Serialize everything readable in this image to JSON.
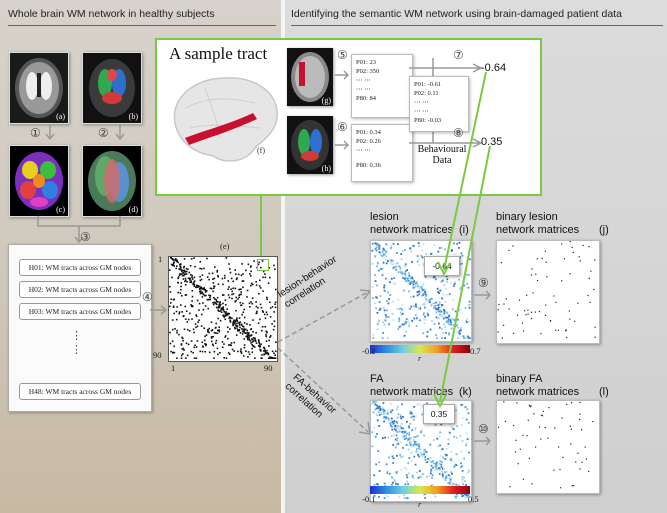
{
  "headers": {
    "left": "Whole brain WM network in healthy subjects",
    "right": "Identifying the semantic WM network using brain-damaged patient data"
  },
  "panels": {
    "a": "(a)",
    "b": "(b)",
    "c": "(c)",
    "d": "(d)",
    "e": "(e)",
    "f": "(f)",
    "g": "(g)",
    "h": "(h)",
    "i": "(i)",
    "j": "(j)",
    "k": "(k)",
    "l": "(l)"
  },
  "steps": {
    "s1": "①",
    "s2": "②",
    "s3": "③",
    "s4": "④",
    "s5": "⑤",
    "s6": "⑥",
    "s7": "⑦",
    "s8": "⑧",
    "s9": "⑨",
    "s10": "⑩"
  },
  "tracts": {
    "rows": [
      "H01: WM tracts across GM nodes",
      "H02: WM tracts across GM nodes",
      "H03: WM tracts across GM nodes",
      "H48: WM tracts across GM nodes"
    ],
    "ellipsis": "⋮"
  },
  "sample": {
    "title": "A sample tract",
    "lesion_scores": [
      "P01: 23",
      "P02: 350",
      "⋯        ⋯",
      "⋯        ⋯",
      "P80: 84"
    ],
    "fa_scores": [
      "P01: 0.34",
      "P02: 0.26",
      "⋯        ⋯",
      "P80: 0.36"
    ],
    "behaviour_scores": [
      "P01: -0.61",
      "P02:  0.11",
      "⋯        ⋯",
      "⋯        ⋯",
      "P80: -0.03"
    ],
    "behaviour_label": "Behavioural\nData",
    "r_lesion": "-0.64",
    "r_fa": "0.35"
  },
  "matrix_e": {
    "tick_1_top": "1",
    "tick_90_left": "90",
    "tick_1_bottom": "1",
    "tick_90_bottom": "90"
  },
  "correlations": {
    "lesion": "lesion-behavior\ncorrelation",
    "fa": "FA-behavior\ncorrelation"
  },
  "lesion_matrix": {
    "title": "lesion\nnetwork matrices",
    "popup_value": "-0.64",
    "colorbar_min": "-0.2",
    "colorbar_max": "0.7",
    "colorbar_label": "r",
    "binary_title": "binary lesion\nnetwork matrices"
  },
  "fa_matrix": {
    "title": "FA\nnetwork matrices",
    "popup_value": "0.35",
    "colorbar_min": "-0.1",
    "colorbar_max": "0.5",
    "colorbar_label": "r",
    "binary_title": "binary FA\nnetwork matrices"
  },
  "colors": {
    "accent_green": "#7ac943",
    "arrow_gray": "#999999",
    "tract_red": "#c8102e"
  }
}
